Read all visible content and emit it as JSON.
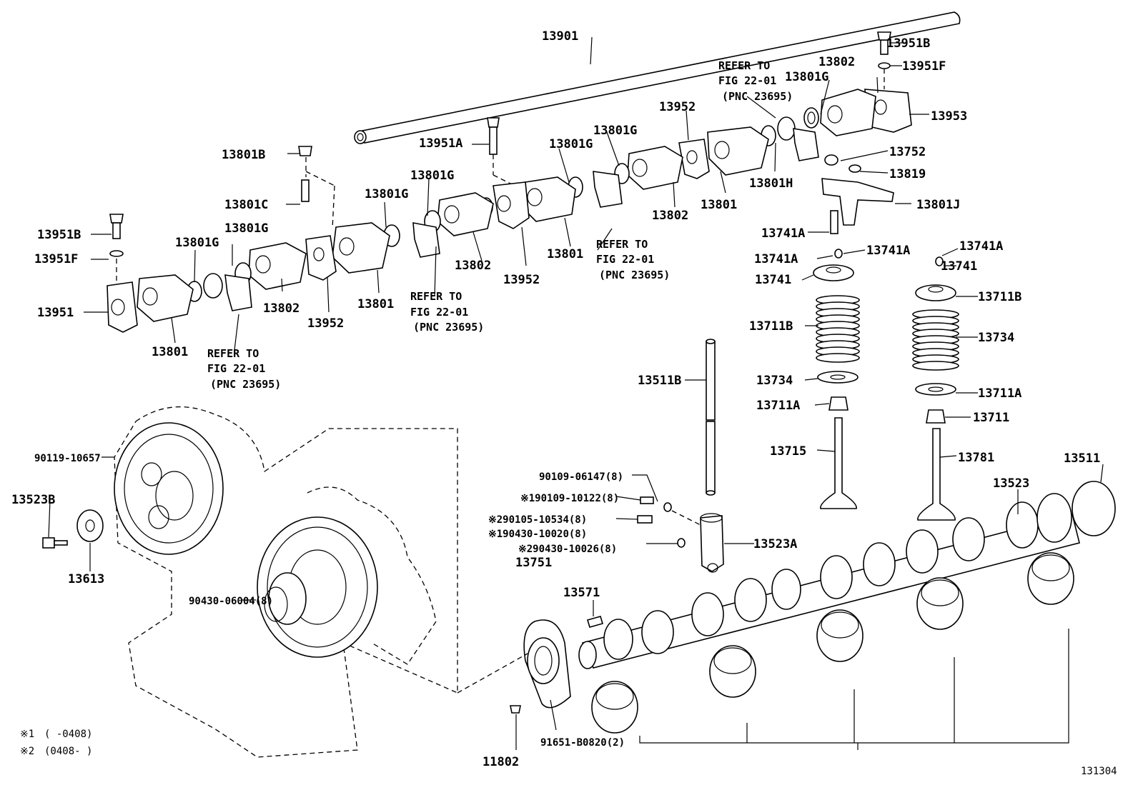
{
  "diagram_id": "131304",
  "legend": [
    {
      "mark": "※1",
      "range": "(      -0408)"
    },
    {
      "mark": "※2",
      "range": "(0408-      )"
    }
  ],
  "refer_note": {
    "line1": "REFER TO",
    "line2": "FIG 22-01",
    "line3": "(PNC 23695)"
  },
  "callouts": [
    {
      "text": "13901"
    },
    {
      "text": "13951B"
    },
    {
      "text": "13951F"
    },
    {
      "text": "13802"
    },
    {
      "text": "13801G"
    },
    {
      "text": "13953"
    },
    {
      "text": "13952"
    },
    {
      "text": "13801G"
    },
    {
      "text": "13801G"
    },
    {
      "text": "13951A"
    },
    {
      "text": "13801B"
    },
    {
      "text": "13801G"
    },
    {
      "text": "13801G"
    },
    {
      "text": "13801C"
    },
    {
      "text": "13801G"
    },
    {
      "text": "13801G"
    },
    {
      "text": "13951B"
    },
    {
      "text": "13951F"
    },
    {
      "text": "13951"
    },
    {
      "text": "13801"
    },
    {
      "text": "13802"
    },
    {
      "text": "13952"
    },
    {
      "text": "13801"
    },
    {
      "text": "13802"
    },
    {
      "text": "13952"
    },
    {
      "text": "13801"
    },
    {
      "text": "13802"
    },
    {
      "text": "13801"
    },
    {
      "text": "13801H"
    },
    {
      "text": "13752"
    },
    {
      "text": "13819"
    },
    {
      "text": "13801J"
    },
    {
      "text": "13741A"
    },
    {
      "text": "13741A"
    },
    {
      "text": "13741A"
    },
    {
      "text": "13741A"
    },
    {
      "text": "13741"
    },
    {
      "text": "13741"
    },
    {
      "text": "13711B"
    },
    {
      "text": "13711B"
    },
    {
      "text": "13734"
    },
    {
      "text": "13734"
    },
    {
      "text": "13711A"
    },
    {
      "text": "13711A"
    },
    {
      "text": "13711"
    },
    {
      "text": "13715"
    },
    {
      "text": "13781"
    },
    {
      "text": "13511B"
    },
    {
      "text": "13511"
    },
    {
      "text": "13523"
    },
    {
      "text": "90119-10657"
    },
    {
      "text": "13523B"
    },
    {
      "text": "13613"
    },
    {
      "text": "90430-06004(8)"
    },
    {
      "text": "90109-06147(8)"
    },
    {
      "text": "※190109-10122(8)"
    },
    {
      "text": "※290105-10534(8)"
    },
    {
      "text": "※190430-10020(8)"
    },
    {
      "text": "※290430-10026(8)"
    },
    {
      "text": "13751"
    },
    {
      "text": "13523A"
    },
    {
      "text": "13571"
    },
    {
      "text": "91651-B0820(2)"
    },
    {
      "text": "11802"
    }
  ]
}
